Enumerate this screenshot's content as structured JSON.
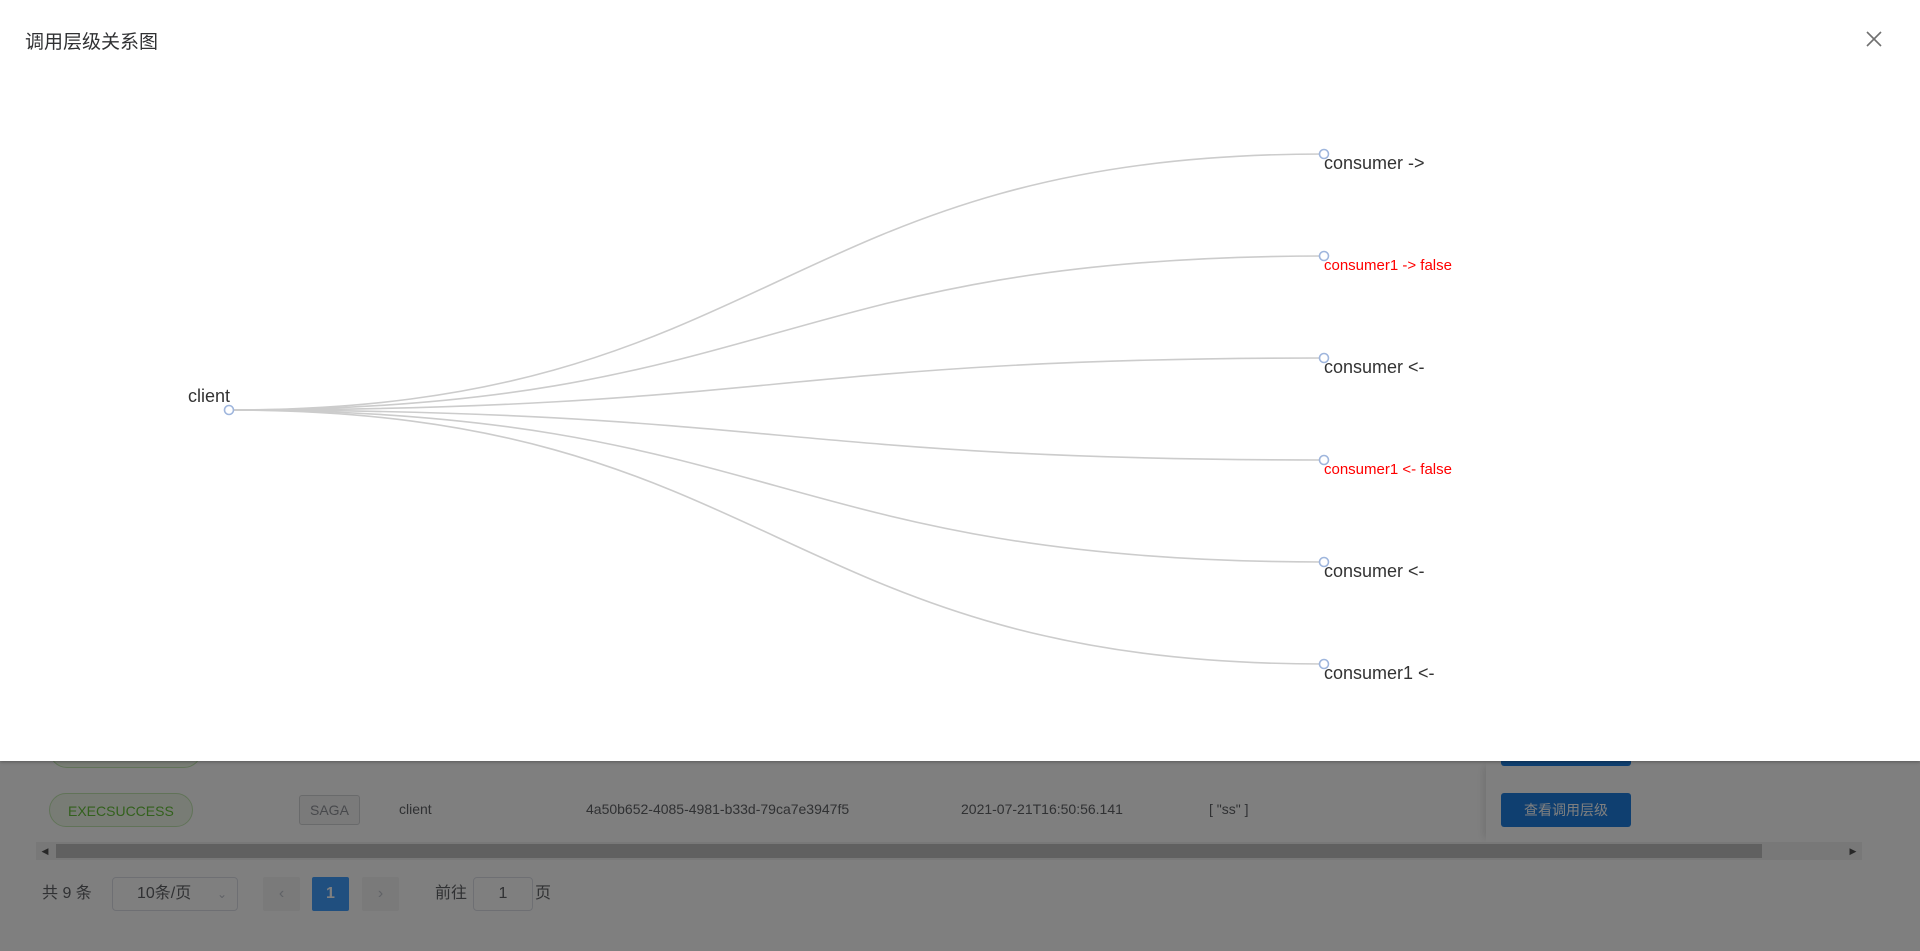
{
  "dialog": {
    "title": "调用层级关系图",
    "close_icon": "close-icon"
  },
  "tree": {
    "root": {
      "label": "client"
    },
    "children": [
      {
        "label": "consumer ->",
        "status": "ok",
        "color": "#333333"
      },
      {
        "label": "consumer1 -> false",
        "status": "error",
        "color": "#ff0000"
      },
      {
        "label": "consumer <-",
        "status": "ok",
        "color": "#333333"
      },
      {
        "label": "consumer1 <- false",
        "status": "error",
        "color": "#ff0000"
      },
      {
        "label": "consumer <-",
        "status": "ok",
        "color": "#333333"
      },
      {
        "label": "consumer1 <-",
        "status": "ok",
        "color": "#333333"
      }
    ],
    "link_color": "#cccccc",
    "node_stroke_color": "#9fb6dd"
  },
  "table": {
    "row": {
      "status": "EXECSUCCESS",
      "type": "SAGA",
      "application": "client",
      "xid": "4a50b652-4085-4981-b33d-79ca7e3947f5",
      "time": "2021-07-21T16:50:56.141",
      "params": "[ \"ss\" ]",
      "action_label": "查看调用层级"
    }
  },
  "pagination": {
    "total_text": "共 9 条",
    "page_size": "10条/页",
    "current_page": "1",
    "goto_label": "前往",
    "goto_value": "1",
    "page_label": "页",
    "prev_icon": "chevron-left-icon",
    "next_icon": "chevron-right-icon"
  },
  "colors": {
    "primary": "#409eff",
    "success": "#67c23a",
    "error_text": "#ff0000"
  }
}
